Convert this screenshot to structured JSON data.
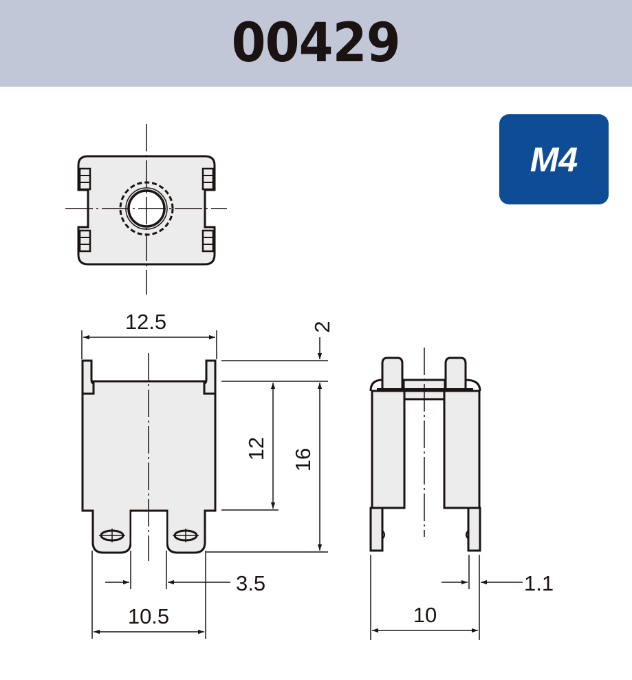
{
  "header": {
    "title": "00429",
    "background": "#c2c7d8"
  },
  "badge": {
    "label": "M4",
    "color": "#0f4c96"
  },
  "colors": {
    "line": "#1a1311",
    "fill": "#ececec"
  },
  "views": {
    "top_view": {
      "label": "top view with M4 threaded hole"
    },
    "front_view": {
      "dimensions": {
        "width": "12.5",
        "tab_height": "2",
        "body_height": "12",
        "total_height": "16",
        "slot_width": "3.5",
        "leg_span": "10.5"
      }
    },
    "side_view": {
      "dimensions": {
        "depth": "10",
        "thickness": "1.1"
      }
    }
  }
}
